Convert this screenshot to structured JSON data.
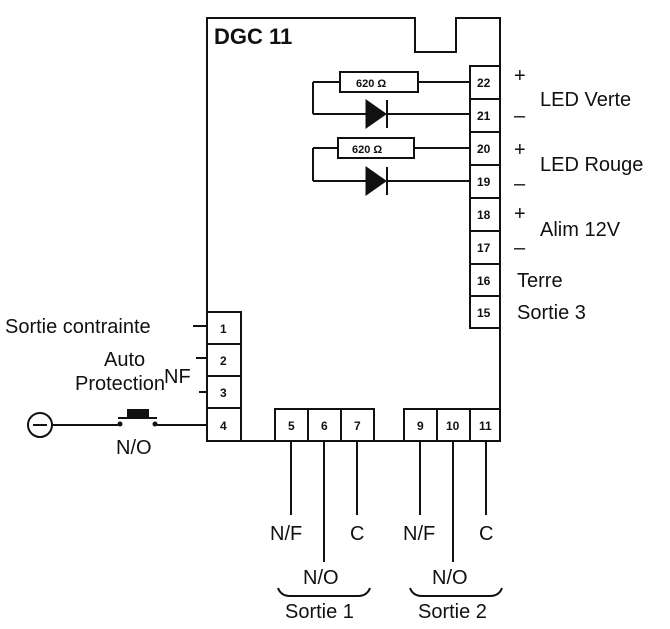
{
  "title": "DGC 11",
  "resistor_value": "620 Ω",
  "terminals_right": [
    "22",
    "21",
    "20",
    "19",
    "18",
    "17",
    "16",
    "15"
  ],
  "terminals_left": [
    "1",
    "2",
    "3",
    "4"
  ],
  "terminals_bottom_1": [
    "5",
    "6",
    "7"
  ],
  "terminals_bottom_2": [
    "9",
    "10",
    "11"
  ],
  "labels": {
    "led_verte": "LED Verte",
    "led_rouge": "LED Rouge",
    "alim": "Alim 12V",
    "terre": "Terre",
    "sortie3": "Sortie 3",
    "sortie_contrainte": "Sortie contrainte",
    "auto": "Auto",
    "protection": "Protection",
    "nf": "NF",
    "no_switch": "N/O",
    "nf_contact": "N/F",
    "c_contact": "C",
    "no_contact": "N/O",
    "sortie1": "Sortie 1",
    "sortie2": "Sortie 2",
    "plus": "+",
    "minus": "–"
  }
}
